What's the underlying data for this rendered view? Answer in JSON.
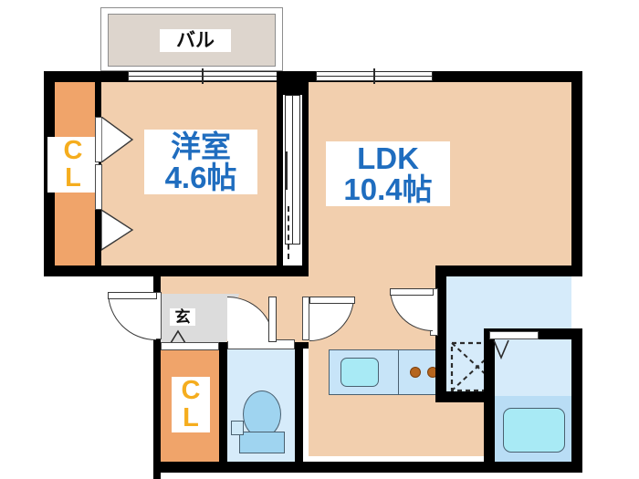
{
  "plan": {
    "type": "residential-floor-plan",
    "layout_name": "1LDK",
    "units": "帖 (tatami mats)",
    "background_color": "#ffffff",
    "colors": {
      "room_floor": "#f2cfae",
      "closet": "#f0a46a",
      "balcony": "#ddd5cd",
      "wet_area": "#d6ebfa",
      "wet_area_dark": "#b9ddf5",
      "bathtub": "#a8eaf5",
      "genkan": "#dcdcdc",
      "wall": "#000000",
      "room_label_text": "#1f6dbf",
      "closet_label_text": "#f5ad1e",
      "plain_label_text": "#111111"
    }
  },
  "rooms": [
    {
      "id": "balcony",
      "label": "バル",
      "name": "balcony",
      "note": "balcony above bedroom"
    },
    {
      "id": "bedroom",
      "label": "洋室\n4.6帖",
      "name": "western-room",
      "size": "4.6帖"
    },
    {
      "id": "ldk",
      "label": "LDK\n10.4帖",
      "name": "living-dining-kitchen",
      "size": "10.4帖"
    },
    {
      "id": "genkan",
      "label": "玄",
      "name": "entrance-genkan"
    },
    {
      "id": "closet_bedroom",
      "label": "C\nL",
      "name": "closet-bedroom"
    },
    {
      "id": "closet_hall",
      "label": "C\nL",
      "name": "closet-hallway"
    }
  ],
  "fixtures": [
    {
      "id": "toilet",
      "name": "toilet"
    },
    {
      "id": "kitchen-sink",
      "name": "kitchen-sink"
    },
    {
      "id": "stove",
      "name": "stove-two-burner"
    },
    {
      "id": "washer-space",
      "name": "washing-machine-space"
    },
    {
      "id": "bathtub",
      "name": "bathtub"
    },
    {
      "id": "vanity",
      "name": "wash-basin-vanity"
    }
  ],
  "doors": [
    {
      "id": "front-door",
      "name": "entrance-door"
    },
    {
      "id": "genkan-door",
      "name": "hall-door"
    },
    {
      "id": "ldk-door",
      "name": "ldk-door"
    },
    {
      "id": "toilet-door",
      "name": "toilet-door"
    },
    {
      "id": "bath-door",
      "name": "bathroom-door"
    },
    {
      "id": "bedroom-slider",
      "name": "bedroom-sliding-door"
    },
    {
      "id": "balcony-window",
      "name": "balcony-sliding-window"
    },
    {
      "id": "ldk-window",
      "name": "ldk-window"
    }
  ]
}
